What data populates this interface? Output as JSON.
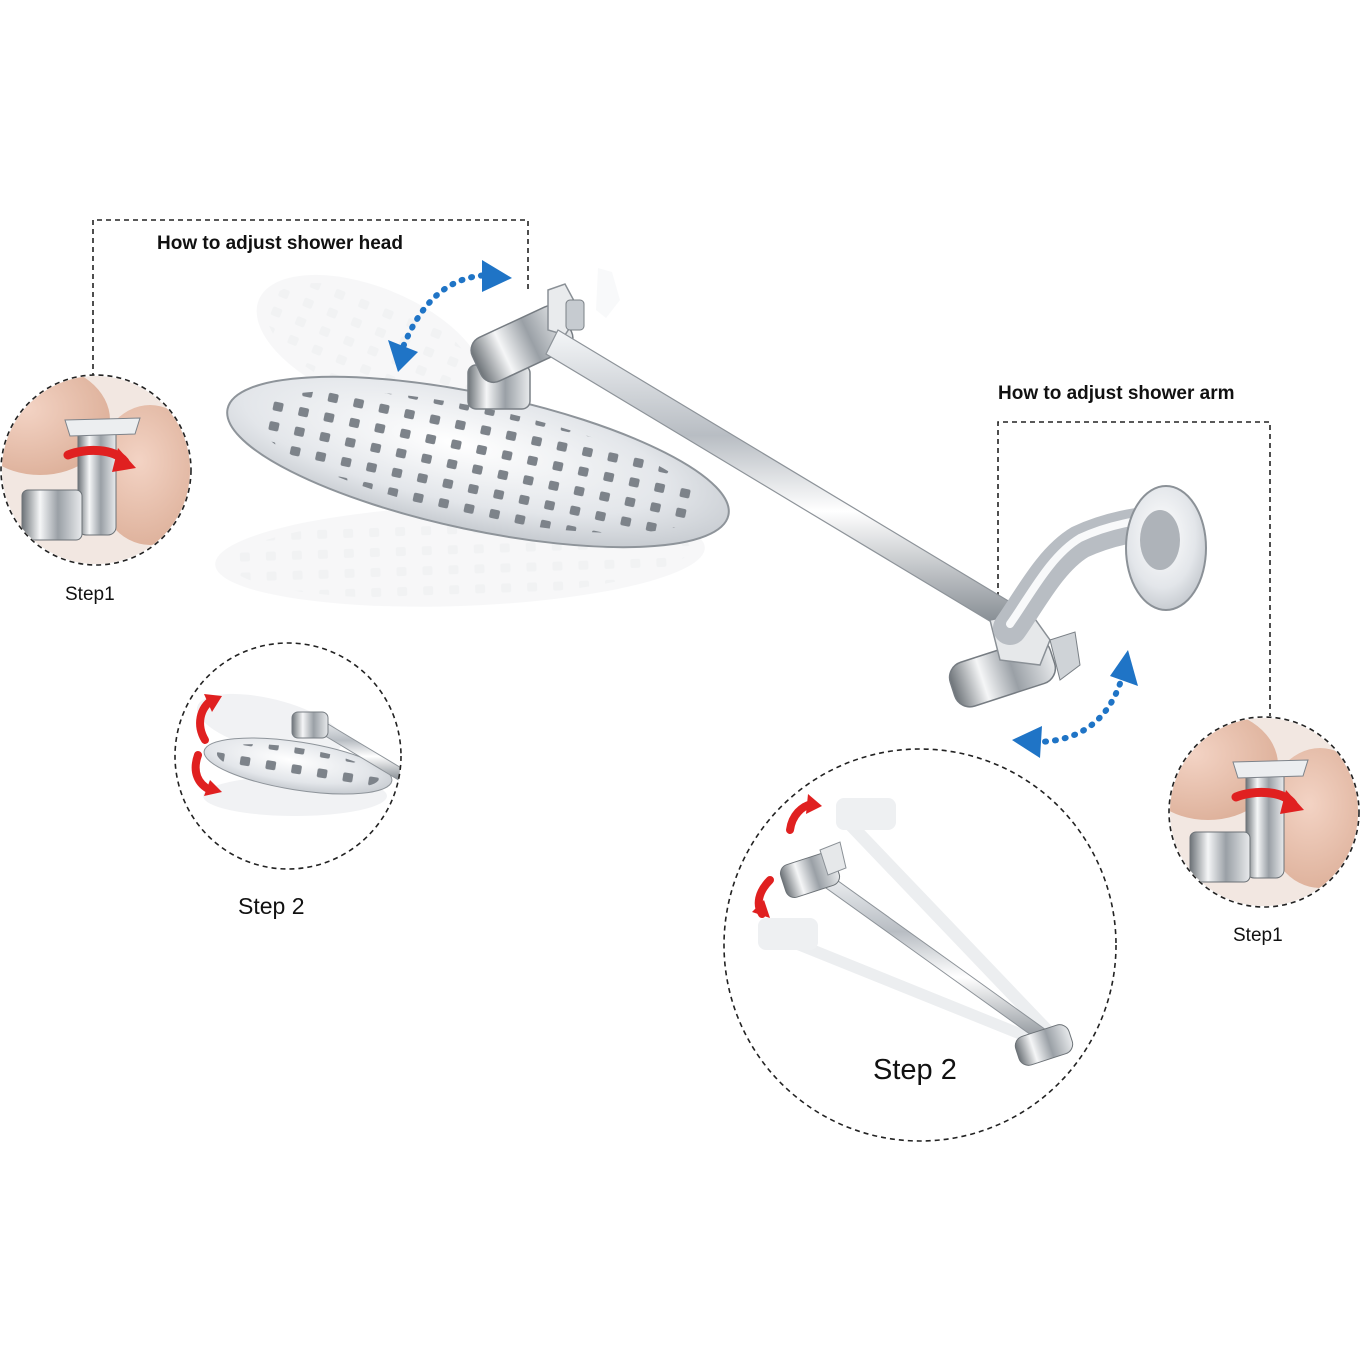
{
  "labels": {
    "head_title": "How to adjust shower head",
    "arm_title": "How to adjust shower arm",
    "head_step1": "Step1",
    "head_step2": "Step 2",
    "arm_step1": "Step1",
    "arm_step2": "Step 2"
  },
  "colors": {
    "chrome": "#c9cdd2",
    "chrome_dark": "#6f757c",
    "blue_arrow": "#1f74c6",
    "red_arrow": "#e02020",
    "dashed_line": "#222222"
  },
  "icons": {
    "adjust_head": "blue-curved-double-arrow-icon",
    "adjust_arm": "blue-curved-double-arrow-icon",
    "rotate_knob": "red-rotate-arrow-icon",
    "tilt": "red-curved-arrow-icon"
  }
}
